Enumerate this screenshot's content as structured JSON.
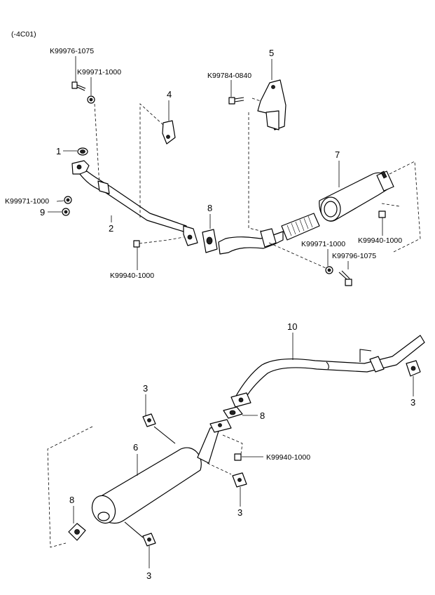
{
  "header": {
    "code": "(-4C01)"
  },
  "callouts": {
    "k99976_1075": "K99976-1075",
    "k99971_1000_top": "K99971-1000",
    "k99971_1000_left": "K99971-1000",
    "k99940_1000_mid": "K99940-1000",
    "k99784_0840": "K99784-0840",
    "k99971_1000_right": "K99971-1000",
    "k99796_1075": "K99796-1075",
    "k99940_1000_right": "K99940-1000",
    "k99940_1000_lower": "K99940-1000"
  },
  "part_numbers": {
    "p1": "1",
    "p2": "2",
    "p4": "4",
    "p5": "5",
    "p7": "7",
    "p8_upper": "8",
    "p9": "9",
    "p10": "10",
    "p3_a": "3",
    "p3_b": "3",
    "p3_c": "3",
    "p3_d": "3",
    "p6": "6",
    "p8_lower_a": "8",
    "p8_lower_b": "8"
  }
}
